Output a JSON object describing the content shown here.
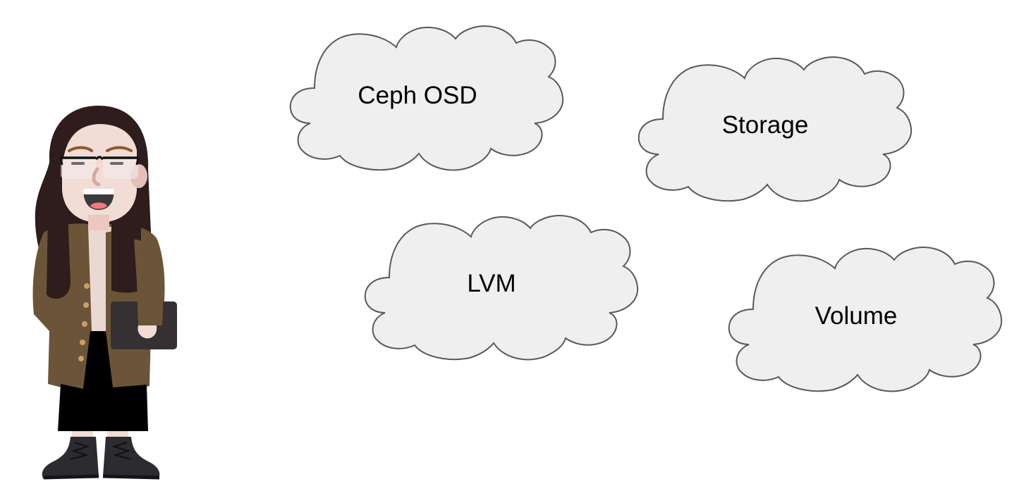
{
  "diagram": {
    "character": {
      "description": "Cartoon woman with long dark hair, glasses, brown coat, black skirt, boots, holding a tablet",
      "colors": {
        "hair": "#2e1d1c",
        "skin": "#f1dcd6",
        "coat": "#6c5438",
        "skirt": "#000000",
        "boots": "#2b2b30",
        "tablet": "#353032",
        "buttons": "#c9a06a"
      }
    },
    "clouds": [
      {
        "label": "Ceph OSD"
      },
      {
        "label": "Storage"
      },
      {
        "label": "LVM"
      },
      {
        "label": "Volume"
      }
    ],
    "cloud_style": {
      "fill": "#efefef",
      "stroke": "#595959"
    }
  }
}
